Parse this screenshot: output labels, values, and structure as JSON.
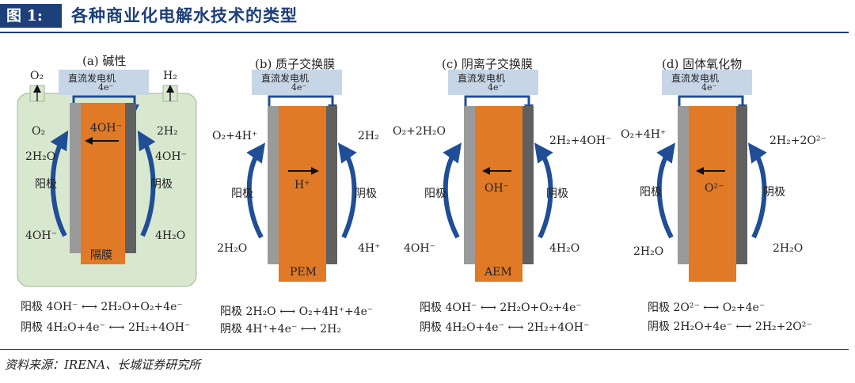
{
  "header": {
    "fig_tag": "图 1:",
    "title": "各种商业化电解水技术的类型"
  },
  "source": "资料来源：IRENA、长城证券研究所",
  "common": {
    "dc_generator": "直流发电机",
    "electrons": "4e⁻",
    "anode": "阳极",
    "cathode": "阴极"
  },
  "panels": {
    "a": {
      "title": "(a) 碱性",
      "gas_left": "O₂",
      "gas_right": "H₂",
      "left_top": "O₂",
      "left_mid": "2H₂O",
      "left_bottom": "4OH⁻",
      "right_top": "2H₂",
      "right_mid": "4OH⁻",
      "right_bottom": "4H₂O",
      "ion": "4OH⁻",
      "membrane": "隔膜",
      "eq_anode": "阳极 4OH⁻ ⟷ 2H₂O+O₂+4e⁻",
      "eq_cathode": "阴极 4H₂O+4e⁻ ⟷ 2H₂+4OH⁻"
    },
    "b": {
      "title": "(b) 质子交换膜",
      "left_top": "O₂+4H⁺",
      "left_bottom": "2H₂O",
      "right_top": "2H₂",
      "right_bottom": "4H⁺",
      "ion": "H⁺",
      "membrane": "PEM",
      "eq_anode": "阳极 2H₂O ⟷ O₂+4H⁺+4e⁻",
      "eq_cathode": "阴极 4H⁺+4e⁻ ⟷ 2H₂"
    },
    "c": {
      "title": "(c) 阴离子交换膜",
      "left_top": "O₂+2H₂O",
      "left_bottom": "4OH⁻",
      "right_top": "2H₂+4OH⁻",
      "right_bottom": "4H₂O",
      "ion": "OH⁻",
      "membrane": "AEM",
      "eq_anode": "阳极 4OH⁻ ⟷ 2H₂O+O₂+4e⁻",
      "eq_cathode": "阴极 4H₂O+4e⁻ ⟷ 2H₂+4OH⁻"
    },
    "d": {
      "title": "(d) 固体氧化物",
      "left_top": "O₂+4H⁺",
      "left_bottom": "2H₂O",
      "right_top": "2H₂+2O²⁻",
      "right_bottom": "2H₂O",
      "ion": "O²⁻",
      "eq_anode": "阳极 2O²⁻ ⟷ O₂+4e⁻",
      "eq_cathode": "阴极 2H₂O+4e⁻ ⟷ 2H₂+2O²⁻"
    }
  },
  "colors": {
    "navy": "#1d3f7a",
    "arrow_blue": "#1f4e96",
    "orange": "#e07a26",
    "electrode_light": "#9a9a9a",
    "electrode_dark": "#606060",
    "dc_box": "#c7d6e6",
    "alkaline_bg": "#d8e8cf"
  }
}
